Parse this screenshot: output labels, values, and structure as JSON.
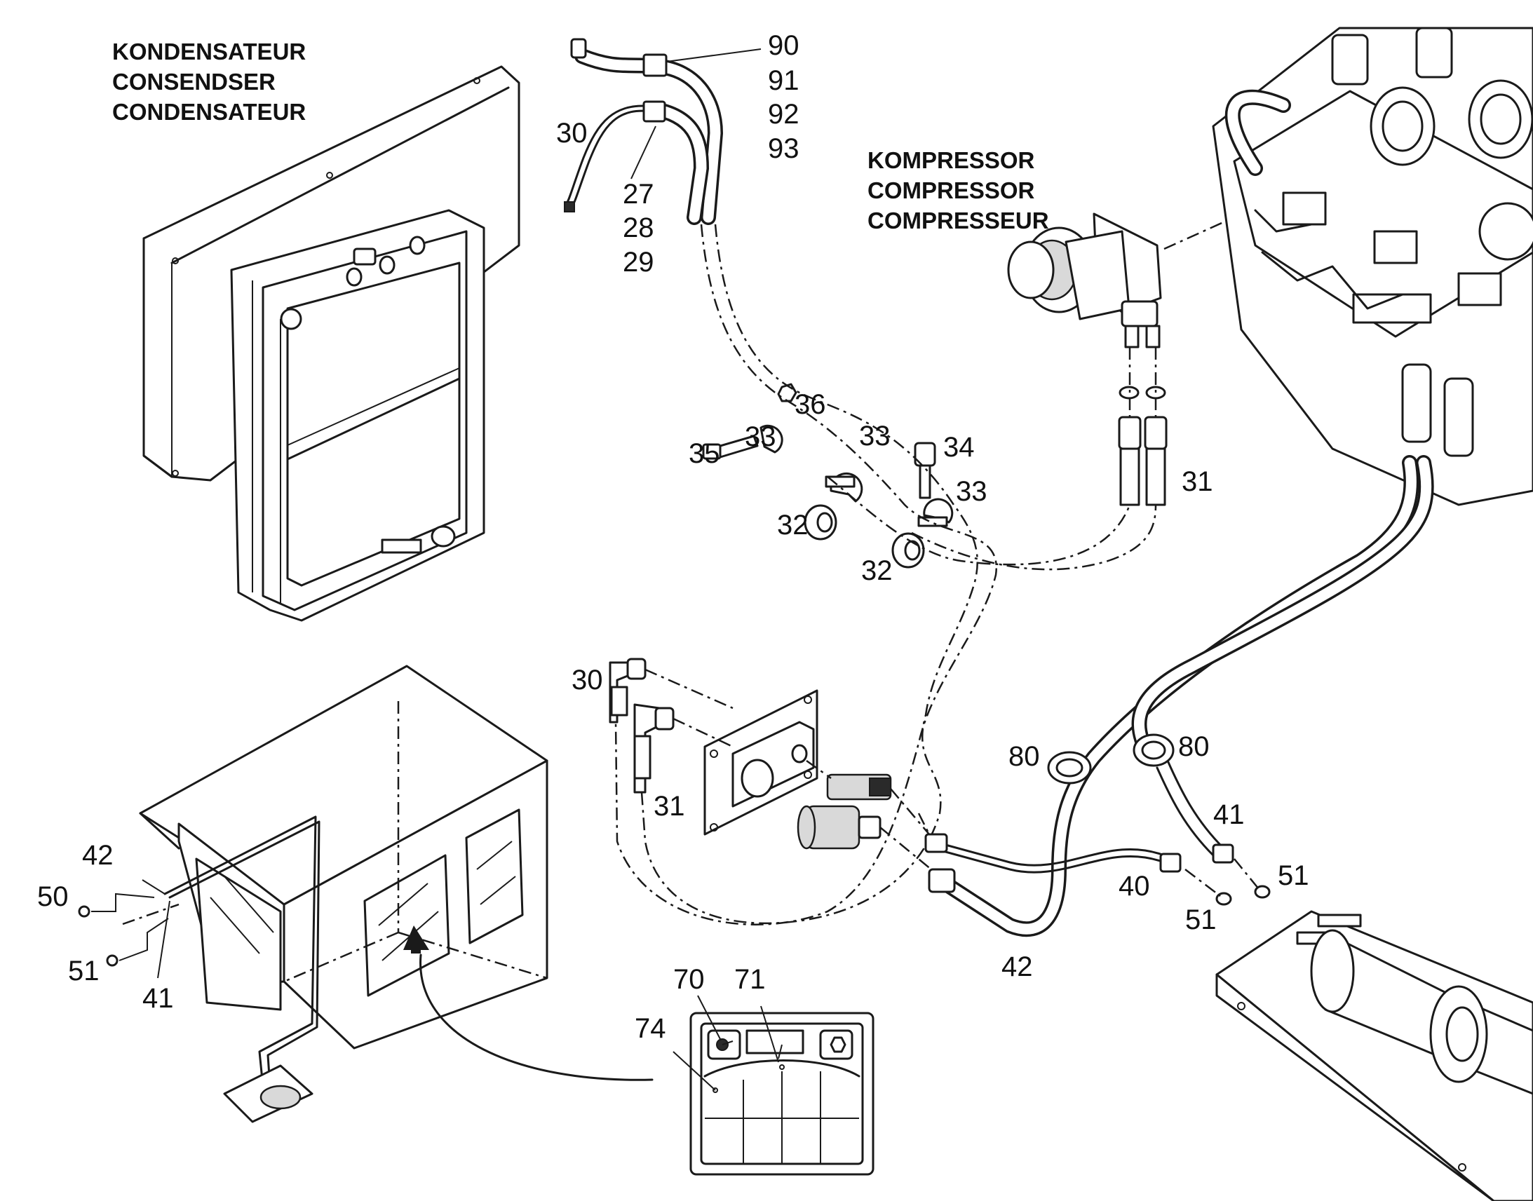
{
  "headings": {
    "condenser": [
      "KONDENSATEUR",
      "CONSENDSER",
      "CONDENSATEUR"
    ],
    "compressor": [
      "KOMPRESSOR",
      "COMPRESSOR",
      "COMPRESSEUR"
    ]
  },
  "callouts": {
    "c90": "90",
    "c91": "91",
    "c92": "92",
    "c93": "93",
    "c30_top": "30",
    "c27": "27",
    "c28": "28",
    "c29": "29",
    "c36": "36",
    "c33_a": "33",
    "c35": "35",
    "c33_b": "33",
    "c34": "34",
    "c33_c": "33",
    "c32_a": "32",
    "c32_b": "32",
    "c31_right": "31",
    "c30_mid": "30",
    "c31_mid": "31",
    "c80_left": "80",
    "c80_right": "80",
    "c41_right": "41",
    "c40": "40",
    "c51_a": "51",
    "c51_b": "51",
    "c42_bottom": "42",
    "c42_left": "42",
    "c50": "50",
    "c51_left": "51",
    "c41_left": "41",
    "c70": "70",
    "c71": "71",
    "c74": "74"
  },
  "icons": [
    "condenser-unit",
    "compressor",
    "engine-block",
    "refrigerant-hoses",
    "hose-clamps",
    "quick-couplings",
    "bulkhead-plate",
    "cab",
    "evaporator",
    "receiver-drier",
    "control-panel",
    "direction-arrow"
  ]
}
